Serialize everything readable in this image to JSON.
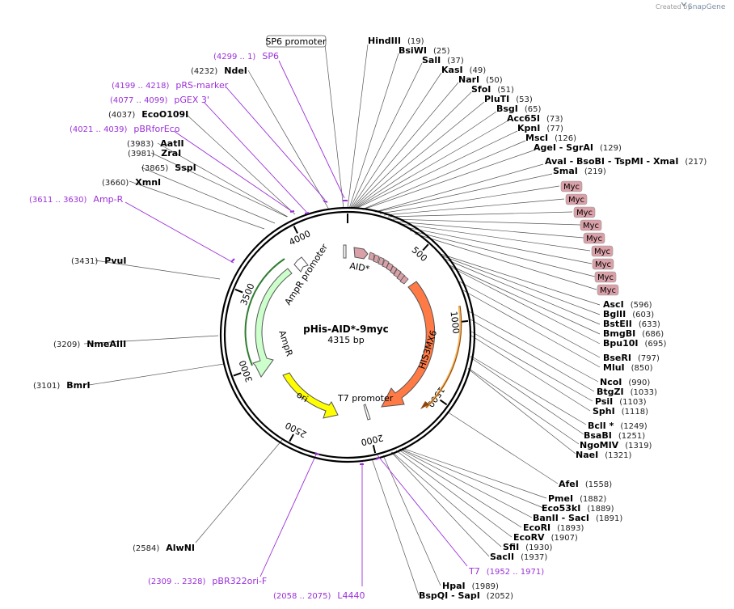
{
  "branding": {
    "created_by": "Created by",
    "app_name": "SnapGene"
  },
  "map": {
    "name": "pHis-AID*-9myc",
    "length_label": "4315 bp",
    "total_bp": 4315
  },
  "ticks": [
    {
      "bp": 500,
      "label": "500"
    },
    {
      "bp": 1000,
      "label": "1000"
    },
    {
      "bp": 1500,
      "label": "1500"
    },
    {
      "bp": 2000,
      "label": "2000"
    },
    {
      "bp": 2500,
      "label": "2500"
    },
    {
      "bp": 3000,
      "label": "3000"
    },
    {
      "bp": 3500,
      "label": "3500"
    },
    {
      "bp": 4000,
      "label": "4000"
    }
  ],
  "features": [
    {
      "name": "AmpR",
      "color": "#ccffcc",
      "stroke": "#555555"
    },
    {
      "name": "AmpR promoter",
      "color": "#ffffff",
      "stroke": "#555555"
    },
    {
      "name": "ori",
      "color": "#ffff00",
      "stroke": "#555555"
    },
    {
      "name": "T7 promoter",
      "color": "#ffffff",
      "stroke": "#555555"
    },
    {
      "name": "HIS3MX6",
      "color": "#ff7a45",
      "stroke": "#555555"
    },
    {
      "name": "AID*",
      "color": "#d9a0a8",
      "stroke": "#555555"
    }
  ],
  "right_labels": [
    {
      "name": "HindIII",
      "pos": "(19)"
    },
    {
      "name": "BsiWI",
      "pos": "(25)"
    },
    {
      "name": "SalI",
      "pos": "(37)"
    },
    {
      "name": "KasI",
      "pos": "(49)"
    },
    {
      "name": "NarI",
      "pos": "(50)"
    },
    {
      "name": "SfoI",
      "pos": "(51)"
    },
    {
      "name": "PluTI",
      "pos": "(53)"
    },
    {
      "name": "BsgI",
      "pos": "(65)"
    },
    {
      "name": "Acc65I",
      "pos": "(73)"
    },
    {
      "name": "KpnI",
      "pos": "(77)"
    },
    {
      "name": "MscI",
      "pos": "(126)"
    },
    {
      "name": "AgeI  - SgrAI",
      "pos": "(129)"
    },
    {
      "name": "AvaI  - BsoBI  - TspMI  - XmaI",
      "pos": "(217)"
    },
    {
      "name": "SmaI",
      "pos": "(219)"
    },
    {
      "name": "AscI",
      "pos": "(596)"
    },
    {
      "name": "BglII",
      "pos": "(603)"
    },
    {
      "name": "BstEII",
      "pos": "(633)"
    },
    {
      "name": "BmgBI",
      "pos": "(686)"
    },
    {
      "name": "Bpu10I",
      "pos": "(695)"
    },
    {
      "name": "BseRI",
      "pos": "(797)"
    },
    {
      "name": "MluI",
      "pos": "(850)"
    },
    {
      "name": "NcoI",
      "pos": "(990)"
    },
    {
      "name": "BtgZI",
      "pos": "(1033)"
    },
    {
      "name": "PsiI",
      "pos": "(1103)"
    },
    {
      "name": "SphI",
      "pos": "(1118)"
    },
    {
      "name": "BclI *",
      "pos": "(1249)"
    },
    {
      "name": "BsaBI",
      "pos": "(1251)"
    },
    {
      "name": "NgoMIV",
      "pos": "(1319)"
    },
    {
      "name": "NaeI",
      "pos": "(1321)"
    },
    {
      "name": "AfeI",
      "pos": "(1558)"
    },
    {
      "name": "PmeI",
      "pos": "(1882)"
    },
    {
      "name": "Eco53kI",
      "pos": "(1889)"
    },
    {
      "name": "BanII  - SacI",
      "pos": "(1891)"
    },
    {
      "name": "EcoRI",
      "pos": "(1893)"
    },
    {
      "name": "EcoRV",
      "pos": "(1907)"
    },
    {
      "name": "SfiI",
      "pos": "(1930)"
    },
    {
      "name": "SacII",
      "pos": "(1937)"
    },
    {
      "name": "HpaI",
      "pos": "(1989)"
    },
    {
      "name": "BspQI  - SapI",
      "pos": "(2052)"
    }
  ],
  "myc_tags": [
    "Myc",
    "Myc",
    "Myc",
    "Myc",
    "Myc",
    "Myc",
    "Myc",
    "Myc",
    "Myc"
  ],
  "left_labels": [
    {
      "name": "NdeI",
      "pos": "(4232)"
    },
    {
      "name": "EcoO109I",
      "pos": "(4037)"
    },
    {
      "name": "AatII",
      "pos": "(3983)"
    },
    {
      "name": "ZraI",
      "pos": "(3981)"
    },
    {
      "name": "SspI",
      "pos": "(3865)"
    },
    {
      "name": "XmnI",
      "pos": "(3660)"
    },
    {
      "name": "PvuI",
      "pos": "(3431)"
    },
    {
      "name": "NmeAIII",
      "pos": "(3209)"
    },
    {
      "name": "BmrI",
      "pos": "(3101)"
    },
    {
      "name": "AlwNI",
      "pos": "(2584)"
    }
  ],
  "primer_labels": [
    {
      "name": "SP6",
      "pos": "(4299 .. 1)"
    },
    {
      "name": "pRS-marker",
      "pos": "(4199 .. 4218)"
    },
    {
      "name": "pGEX 3'",
      "pos": "(4077 .. 4099)"
    },
    {
      "name": "pBRforEco",
      "pos": "(4021 .. 4039)"
    },
    {
      "name": "Amp-R",
      "pos": "(3611 .. 3630)"
    },
    {
      "name": "T7",
      "pos": "(1952 .. 1971)"
    },
    {
      "name": "pBR322ori-F",
      "pos": "(2309 .. 2328)"
    },
    {
      "name": "L4440",
      "pos": "(2058 .. 2075)"
    }
  ],
  "boxed_labels": {
    "sp6_promoter": "SP6 promoter"
  }
}
